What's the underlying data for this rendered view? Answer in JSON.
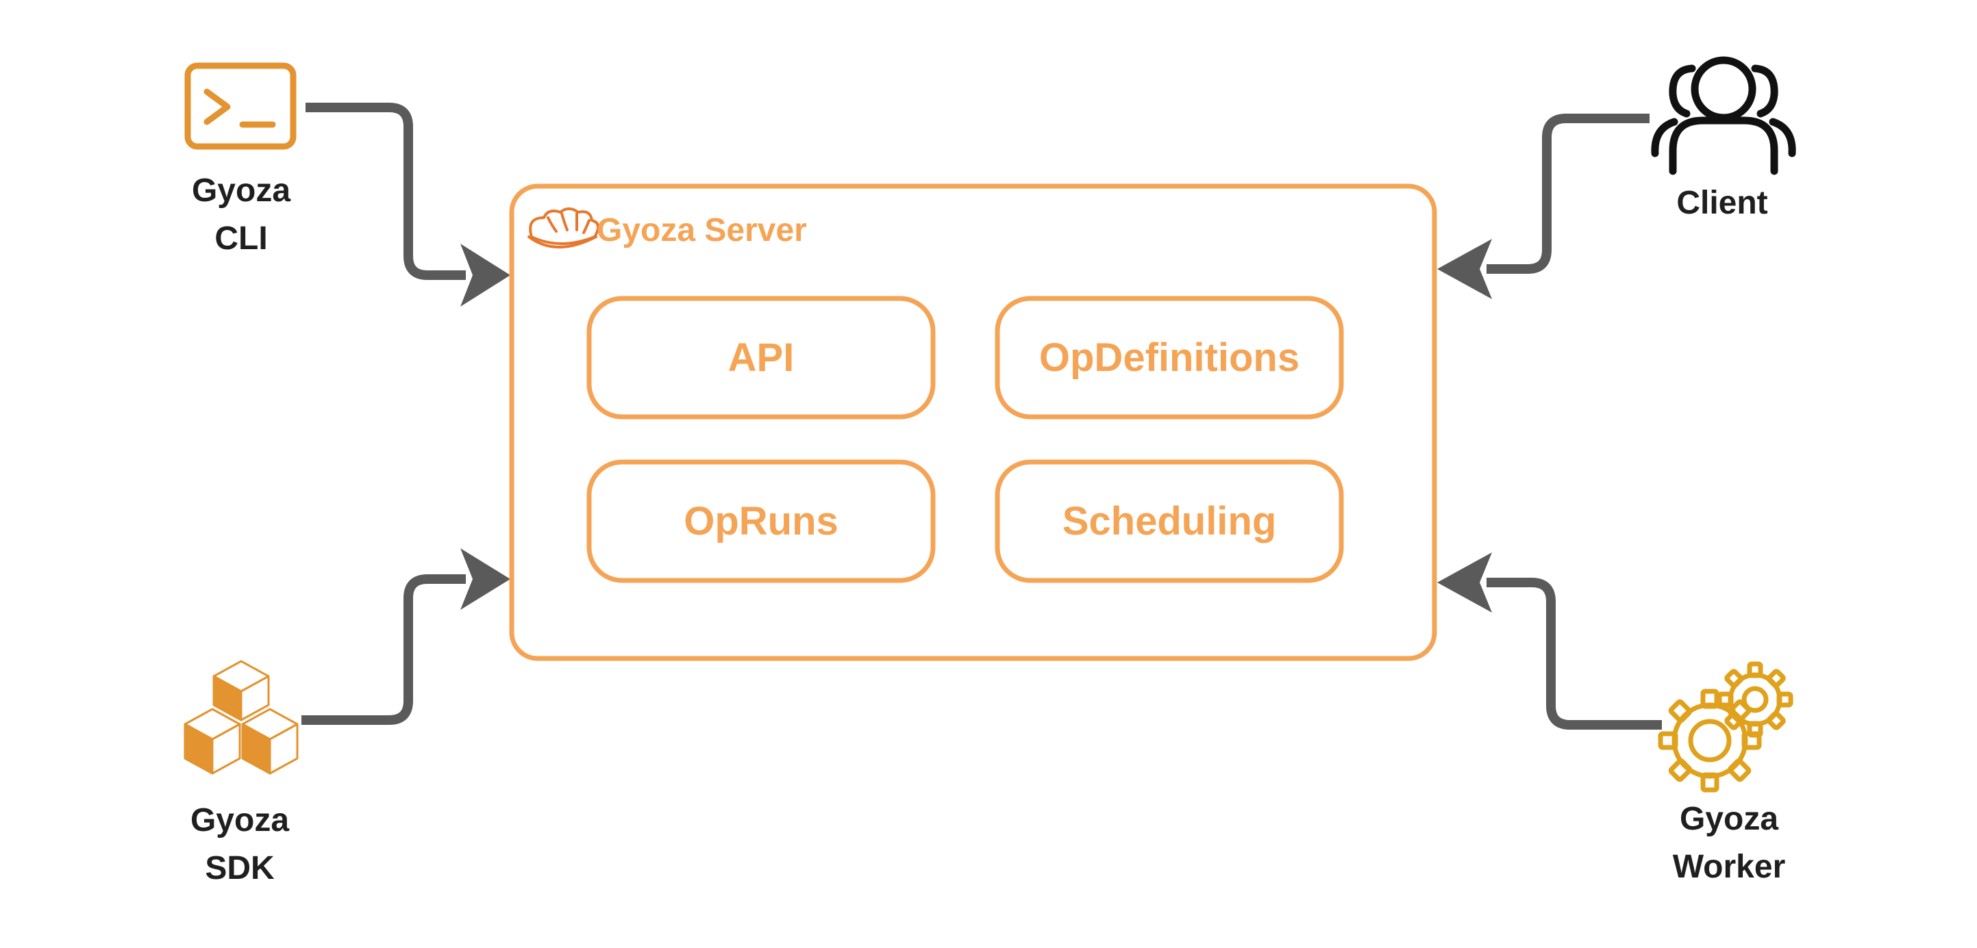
{
  "colors": {
    "orange": "#F5A455",
    "dark_orange": "#E3932F",
    "mascot_orange": "#E6782E",
    "worker_gold": "#E0A11C",
    "arrow_gray": "#5A5A5A",
    "text_dark": "#1F1F1F",
    "background": "#FFFFFF"
  },
  "server": {
    "title": "Gyoza Server",
    "icon": "gyoza-dumpling-icon",
    "modules": [
      {
        "label": "API"
      },
      {
        "label": "OpDefinitions"
      },
      {
        "label": "OpRuns"
      },
      {
        "label": "Scheduling"
      }
    ]
  },
  "nodes": {
    "cli": {
      "line1": "Gyoza",
      "line2": "CLI",
      "icon": "terminal-icon"
    },
    "sdk": {
      "line1": "Gyoza",
      "line2": "SDK",
      "icon": "cubes-icon"
    },
    "client": {
      "line1": "Client",
      "icon": "users-icon"
    },
    "worker": {
      "line1": "Gyoza",
      "line2": "Worker",
      "icon": "gears-icon"
    }
  }
}
